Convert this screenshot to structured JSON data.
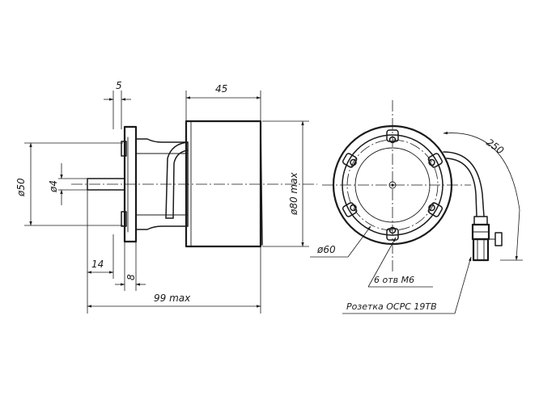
{
  "dimensions": {
    "flange_width": "5",
    "body_length": "45",
    "flange_diameter": "ø50",
    "shaft_diameter": "ø4",
    "body_diameter": "ø80 max",
    "shaft_length": "14",
    "flange_thickness": "8",
    "overall_length": "99 max",
    "bolt_circle": "ø60",
    "cable_length": "250"
  },
  "notes": {
    "holes": "6 отв M6",
    "connector": "Розетка ОСРС 19ТВ"
  },
  "colors": {
    "ink": "#1a1a1a",
    "paper": "#ffffff"
  }
}
